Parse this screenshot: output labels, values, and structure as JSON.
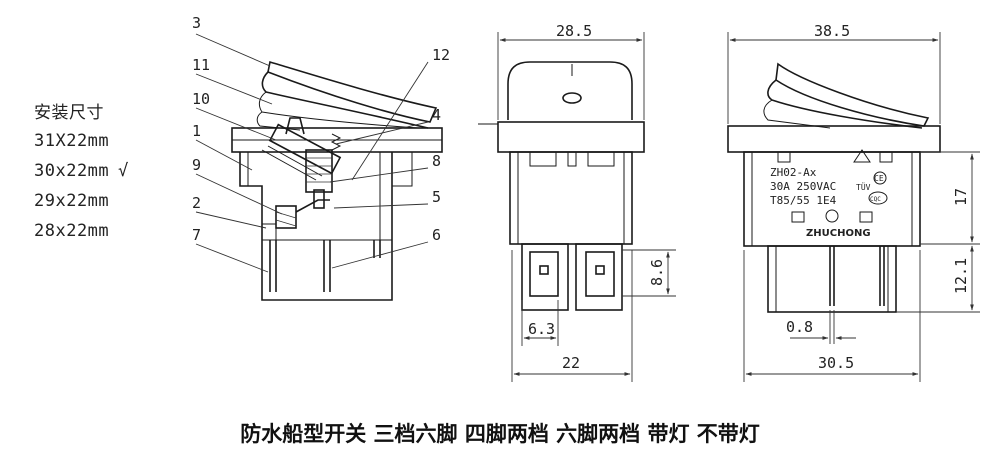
{
  "mount_size": {
    "title": "安装尺寸",
    "options": [
      "31X22mm",
      "30x22mm",
      "29x22mm",
      "28x22mm"
    ],
    "checkmark": "√"
  },
  "part_numbers": [
    "1",
    "2",
    "3",
    "4",
    "5",
    "6",
    "7",
    "8",
    "9",
    "10",
    "11",
    "12"
  ],
  "front_view": {
    "width_top": "28.5",
    "terminal_spacing": "8.6",
    "terminal_width": "6.3",
    "body_width": "22"
  },
  "side_view": {
    "width_top": "38.5",
    "height_upper": "17",
    "height_lower": "12.1",
    "pin_thickness": "0.8",
    "body_width": "30.5",
    "label_lines": [
      "ZH02-Ax",
      "30A 250VAC",
      "T85/55 1E4"
    ],
    "cert_marks": [
      "TÜV",
      "CE",
      "CQC"
    ],
    "brand": "ZHUCHONG"
  },
  "caption": "防水船型开关 三档六脚 四脚两档 六脚两档 带灯 不带灯"
}
